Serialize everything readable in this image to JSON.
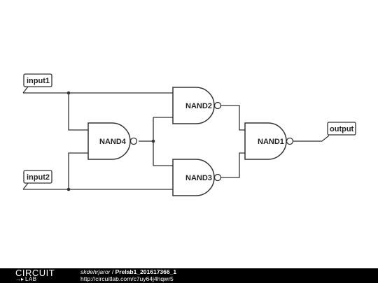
{
  "ports": {
    "input1": "input1",
    "input2": "input2",
    "output": "output"
  },
  "gates": {
    "nand1": "NAND1",
    "nand2": "NAND2",
    "nand3": "NAND3",
    "nand4": "NAND4"
  },
  "footer": {
    "logo_top": "CIRCUIT",
    "logo_bottom": "LAB",
    "author": "skdehrjaror",
    "separator": " / ",
    "title": "Prelab1_201617366_1",
    "url": "http://circuitlab.com/c7uy64j4hqwr5"
  }
}
